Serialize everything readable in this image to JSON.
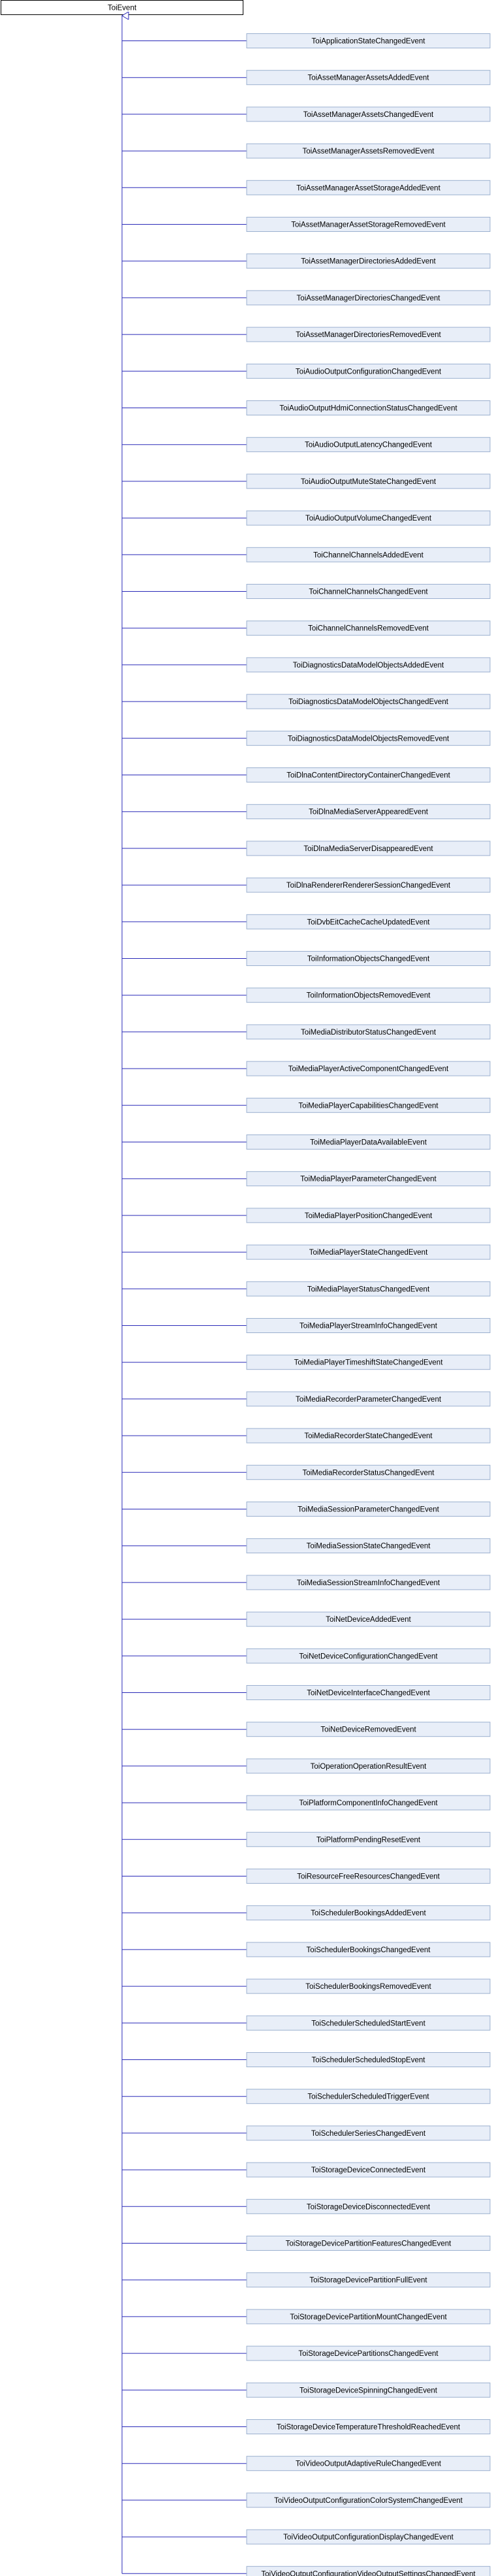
{
  "base_class": "ToiEvent",
  "derived_classes": [
    "ToiApplicationStateChangedEvent",
    "ToiAssetManagerAssetsAddedEvent",
    "ToiAssetManagerAssetsChangedEvent",
    "ToiAssetManagerAssetsRemovedEvent",
    "ToiAssetManagerAssetStorageAddedEvent",
    "ToiAssetManagerAssetStorageRemovedEvent",
    "ToiAssetManagerDirectoriesAddedEvent",
    "ToiAssetManagerDirectoriesChangedEvent",
    "ToiAssetManagerDirectoriesRemovedEvent",
    "ToiAudioOutputConfigurationChangedEvent",
    "ToiAudioOutputHdmiConnectionStatusChangedEvent",
    "ToiAudioOutputLatencyChangedEvent",
    "ToiAudioOutputMuteStateChangedEvent",
    "ToiAudioOutputVolumeChangedEvent",
    "ToiChannelChannelsAddedEvent",
    "ToiChannelChannelsChangedEvent",
    "ToiChannelChannelsRemovedEvent",
    "ToiDiagnosticsDataModelObjectsAddedEvent",
    "ToiDiagnosticsDataModelObjectsChangedEvent",
    "ToiDiagnosticsDataModelObjectsRemovedEvent",
    "ToiDlnaContentDirectoryContainerChangedEvent",
    "ToiDlnaMediaServerAppearedEvent",
    "ToiDlnaMediaServerDisappearedEvent",
    "ToiDlnaRendererRendererSessionChangedEvent",
    "ToiDvbEitCacheCacheUpdatedEvent",
    "ToiInformationObjectsChangedEvent",
    "ToiInformationObjectsRemovedEvent",
    "ToiMediaDistributorStatusChangedEvent",
    "ToiMediaPlayerActiveComponentChangedEvent",
    "ToiMediaPlayerCapabilitiesChangedEvent",
    "ToiMediaPlayerDataAvailableEvent",
    "ToiMediaPlayerParameterChangedEvent",
    "ToiMediaPlayerPositionChangedEvent",
    "ToiMediaPlayerStateChangedEvent",
    "ToiMediaPlayerStatusChangedEvent",
    "ToiMediaPlayerStreamInfoChangedEvent",
    "ToiMediaPlayerTimeshiftStateChangedEvent",
    "ToiMediaRecorderParameterChangedEvent",
    "ToiMediaRecorderStateChangedEvent",
    "ToiMediaRecorderStatusChangedEvent",
    "ToiMediaSessionParameterChangedEvent",
    "ToiMediaSessionStateChangedEvent",
    "ToiMediaSessionStreamInfoChangedEvent",
    "ToiNetDeviceAddedEvent",
    "ToiNetDeviceConfigurationChangedEvent",
    "ToiNetDeviceInterfaceChangedEvent",
    "ToiNetDeviceRemovedEvent",
    "ToiOperationOperationResultEvent",
    "ToiPlatformComponentInfoChangedEvent",
    "ToiPlatformPendingResetEvent",
    "ToiResourceFreeResourcesChangedEvent",
    "ToiSchedulerBookingsAddedEvent",
    "ToiSchedulerBookingsChangedEvent",
    "ToiSchedulerBookingsRemovedEvent",
    "ToiSchedulerScheduledStartEvent",
    "ToiSchedulerScheduledStopEvent",
    "ToiSchedulerScheduledTriggerEvent",
    "ToiSchedulerSeriesChangedEvent",
    "ToiStorageDeviceConnectedEvent",
    "ToiStorageDeviceDisconnectedEvent",
    "ToiStorageDevicePartitionFeaturesChangedEvent",
    "ToiStorageDevicePartitionFullEvent",
    "ToiStorageDevicePartitionMountChangedEvent",
    "ToiStorageDevicePartitionsChangedEvent",
    "ToiStorageDeviceSpinningChangedEvent",
    "ToiStorageDeviceTemperatureThresholdReachedEvent",
    "ToiVideoOutputAdaptiveRuleChangedEvent",
    "ToiVideoOutputConfigurationColorSystemChangedEvent",
    "ToiVideoOutputConfigurationDisplayChangedEvent",
    "ToiVideoOutputConfigurationVideoOutputSettingsChangedEvent"
  ],
  "colors": {
    "base_fill": "#ffffff",
    "base_stroke": "#000000",
    "child_fill": "#e8eef8",
    "child_stroke": "#9bb0cf",
    "edge": "#2a2ab8"
  }
}
